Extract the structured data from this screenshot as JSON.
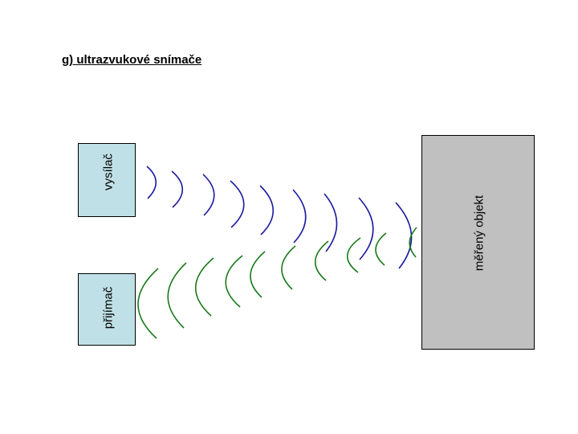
{
  "title": "g) ultrazvukové snímače",
  "labels": {
    "transmitter": "vysílač",
    "receiver": "přijímač",
    "object": "měřený objekt"
  },
  "colors": {
    "sensor_fill": "#bfe0e6",
    "object_fill": "#c0c0c0",
    "emitted_wave": "#1a1aa0",
    "reflected_wave": "#1a7a1a"
  }
}
